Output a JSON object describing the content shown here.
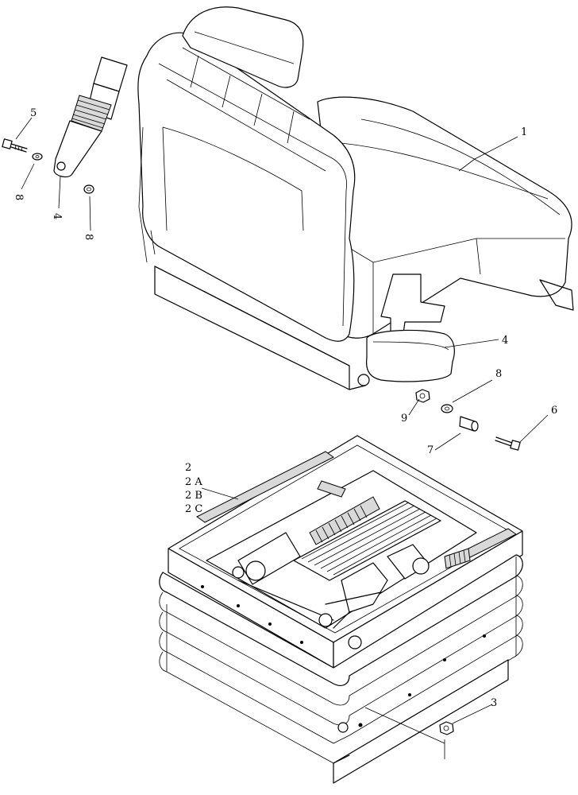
{
  "labels": {
    "l1": "1",
    "l2": "2",
    "l2a": "2 A",
    "l2b": "2 B",
    "l2c": "2 C",
    "l3": "3",
    "l4_belt": "4",
    "l4_buckle": "4",
    "l5": "5",
    "l6": "6",
    "l7": "7",
    "l8_a": "8",
    "l8_b": "8",
    "l8_c": "8",
    "l9": "9"
  }
}
